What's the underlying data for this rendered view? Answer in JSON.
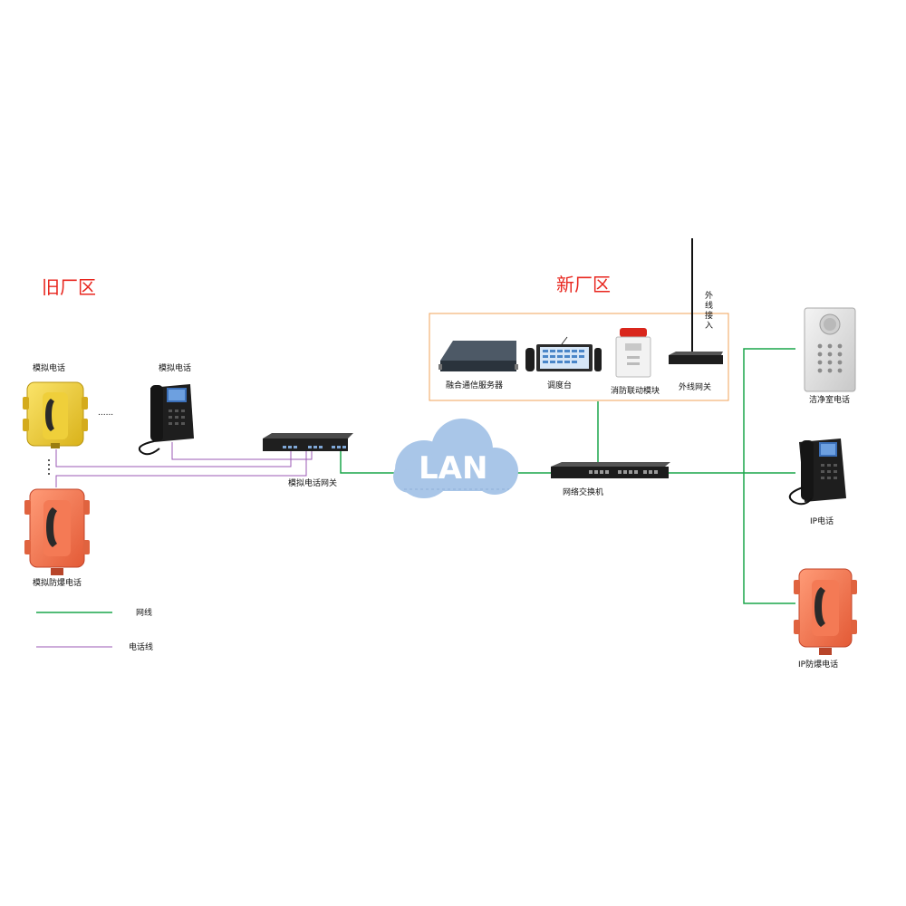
{
  "zones": {
    "old": "旧厂区",
    "new": "新厂区"
  },
  "labels": {
    "analog_phone_1": "模拟电话",
    "analog_phone_2": "模拟电话",
    "analog_ex_phone": "模拟防爆电话",
    "analog_gateway": "模拟电话网关",
    "lan": "LAN",
    "switch": "网络交换机",
    "server": "融合通信服务器",
    "console": "调度台",
    "fire_module": "消防联动模块",
    "trunk_gateway": "外线网关",
    "trunk_in": [
      "外",
      "线",
      "接",
      "入"
    ],
    "clean_room_phone": "洁净室电话",
    "ip_phone": "IP电话",
    "ip_ex_phone": "IP防爆电话",
    "ellipsis_h": "......",
    "ellipsis_v": "⋮"
  },
  "legend": [
    {
      "label": "网线",
      "color": "#1aa64a"
    },
    {
      "label": "电话线",
      "color": "#9b59b6"
    }
  ],
  "colors": {
    "network": "#1aa64a",
    "phone_line": "#9b59b6",
    "zone_text": "#e8271f",
    "box_border": "#f0a35a",
    "cloud": "#a9c6e8"
  }
}
